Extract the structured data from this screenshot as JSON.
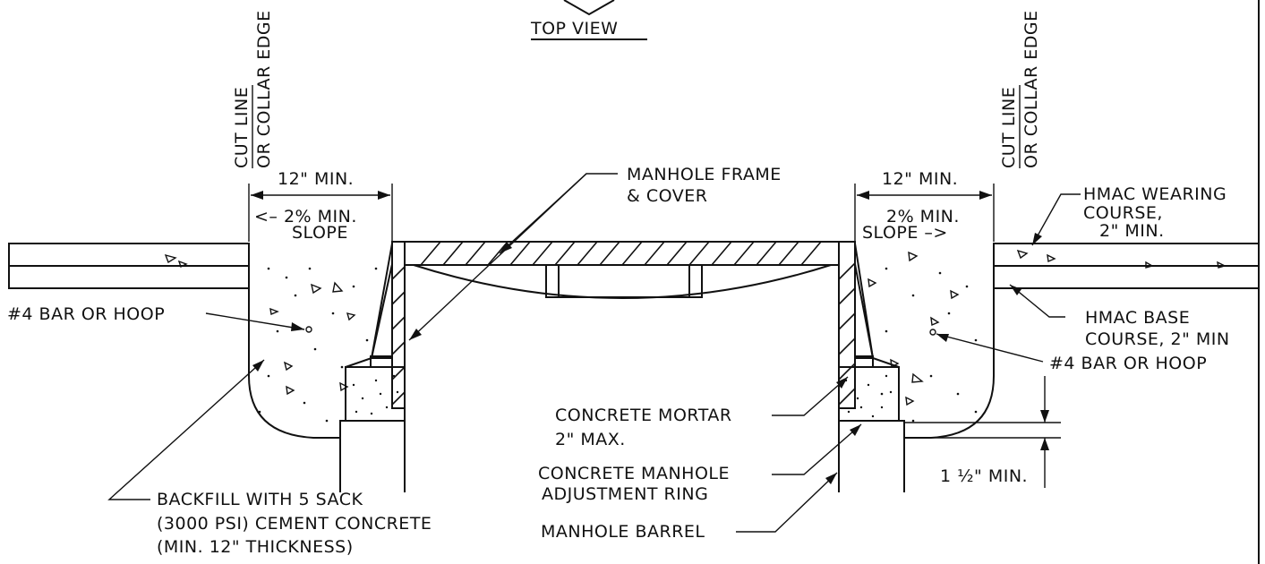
{
  "labels": {
    "top_view": "TOP VIEW",
    "cut_line_left": "CUT LINE",
    "collar_edge_left": "OR COLLAR EDGE",
    "cut_line_right": "CUT LINE",
    "collar_edge_right": "OR COLLAR EDGE",
    "min_12_left": "12\" MIN.",
    "min_12_right": "12\" MIN.",
    "slope_left_1": "<– 2% MIN.",
    "slope_left_2": "SLOPE",
    "slope_right_1": "2% MIN.",
    "slope_right_2": "SLOPE –>",
    "frame_cover_1": "MANHOLE FRAME",
    "frame_cover_2": "& COVER",
    "wearing_1": "HMAC WEARING",
    "wearing_2": "COURSE,",
    "wearing_3": "2\" MIN.",
    "base_1": "HMAC BASE",
    "base_2": "COURSE, 2\" MIN",
    "bar_left": "#4 BAR OR HOOP",
    "bar_right": "#4 BAR OR HOOP",
    "mortar_1": "CONCRETE MORTAR",
    "mortar_2": "2\" MAX.",
    "ring_1": "CONCRETE MANHOLE",
    "ring_2": "ADJUSTMENT RING",
    "barrel": "MANHOLE BARREL",
    "min_1_5": "1 ½\" MIN.",
    "backfill_1": "BACKFILL WITH 5 SACK",
    "backfill_2": "(3000 PSI) CEMENT CONCRETE",
    "backfill_3": "(MIN. 12\" THICKNESS)"
  }
}
